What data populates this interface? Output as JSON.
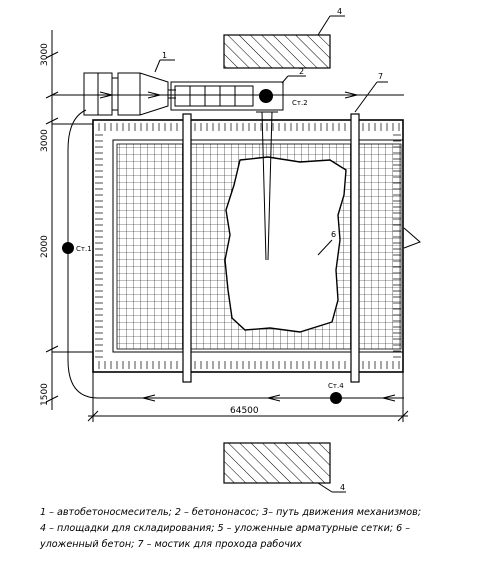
{
  "callouts": {
    "c1": "1",
    "c2": "2",
    "c4_top": "4",
    "c4_bottom": "4",
    "c6": "6",
    "c7": "7"
  },
  "stations": {
    "st2": "Ст.2",
    "st1": "Ст.1",
    "st4": "Ст.4"
  },
  "dimensions": {
    "v_3000_top": "3000",
    "v_3000_mid": "3000",
    "v_2000": "2000",
    "v_1500": "1500",
    "h_total": "64500"
  },
  "legend": {
    "line1": "1 – автобетоносмеситель; 2 – бетононасос; 3– путь движения механизмов;",
    "line2": "4 – площадки для складирования; 5 – уложенные арматурные сетки; 6 –",
    "line3": "уложенный бетон; 7 – мостик для прохода рабочих"
  }
}
